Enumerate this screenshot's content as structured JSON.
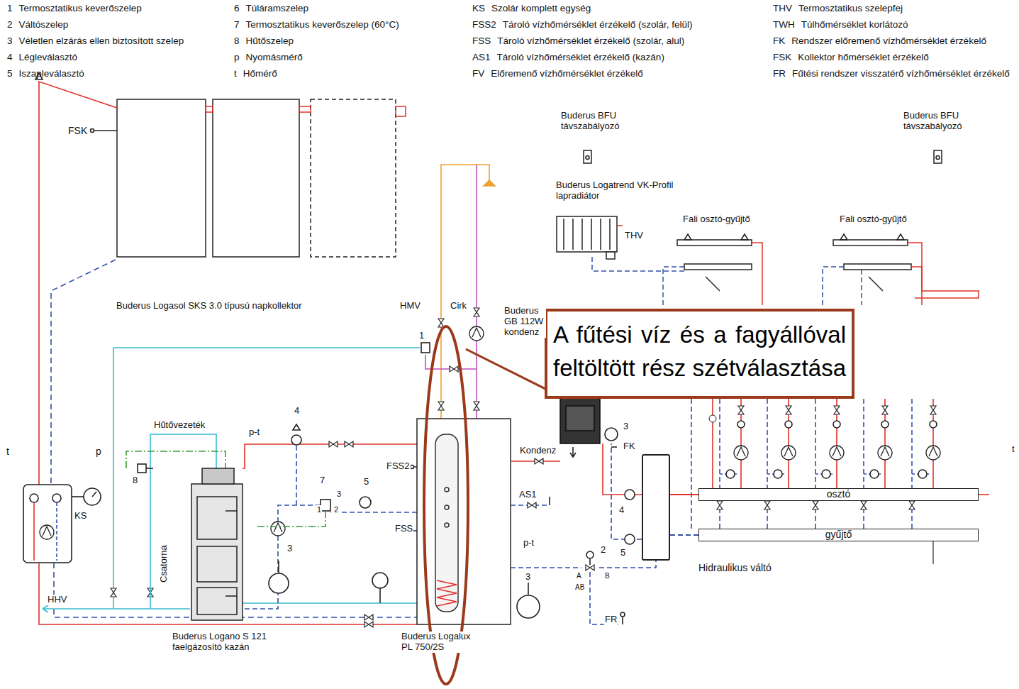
{
  "diagram": {
    "nodes": [
      {
        "text": [
          "A fűtési víz és a fagyállóval feltöltött rész szétválasztása"
        ]
      },
      {
        "text": [
          "osztó"
        ]
      },
      {
        "text": [
          "gyűjtő"
        ]
      },
      {
        "text": [
          "Hidraulikus váltó"
        ]
      }
    ],
    "edges": [
      {
        "from": 3,
        "to": 1,
        "arrow": "none"
      },
      {
        "from": 3,
        "to": 2,
        "arrow": "none"
      }
    ],
    "labels": [
      "1",
      "Termosztatikus keverőszelep",
      "2",
      "Váltószelep",
      "3",
      "Véletlen elzárás ellen biztosított szelep",
      "4",
      "Légleválasztó",
      "5",
      "Iszapleválasztó",
      "6",
      "Túláramszelep",
      "7",
      "Termosztatikus keverőszelep (60°C)",
      "8",
      "Hűtőszelep",
      "p",
      "Nyomásmérő",
      "t",
      "Hőmérő",
      "KS",
      "Szolár komplett egység",
      "FSS2",
      "Tároló vízhőmérséklet érzékelő (szolár, felül)",
      "FSS",
      "Tároló vízhőmérséklet érzékelő (szolár, alul)",
      "AS1",
      "Tároló vízhőmérséklet érzékelő (kazán)",
      "FV",
      "Előremenő vízhőmérséklet érzékelő",
      "THV",
      "Termosztatikus szelepfej",
      "TWH",
      "Túlhőmérséklet korlátozó",
      "FK",
      "Rendszer előremenő vízhőmérséklet érzékelő",
      "FSK",
      "Kollektor hőmérséklet érzékelő",
      "FR",
      "Fűtési rendszer visszatérő vízhőmérséklet érzékelő",
      "FSK",
      "Buderus BFU távszabályozó",
      "Buderus BFU távszabályozó",
      "Buderus Logatrend VK-Profil lapradiátor",
      "THV",
      "Fali osztó-gyűjtő",
      "Fali osztó-gyűjtő",
      "Buderus Logasol SKS 3.0 típusú napkollektor",
      "HMV",
      "Cirk",
      "Buderus GB 112W kondenz",
      "1",
      "Hűtővezeték",
      "p-t",
      "4",
      "8",
      "t",
      "p",
      "KS",
      "Csatorna",
      "7",
      "3",
      "1",
      "2",
      "5",
      "FSS2",
      "Kondenz",
      "AS1",
      "3",
      "FK",
      "4",
      "5",
      "FSS",
      "p-t",
      "3",
      "3",
      "2",
      "A",
      "B",
      "AB",
      "FR",
      "HHV",
      "t",
      "Buderus Logano S 121 faelgázosító kazán",
      "Buderus Logalux PL 750/2S"
    ]
  }
}
